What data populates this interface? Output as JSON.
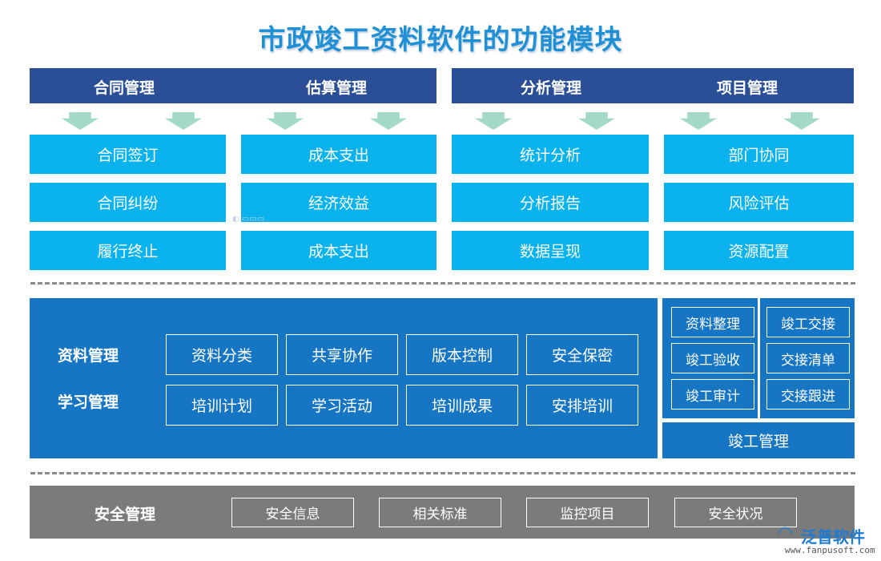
{
  "title": "市政竣工资料软件的功能模块",
  "headers": {
    "contract": "合同管理",
    "estimate": "估算管理",
    "analysis": "分析管理",
    "project": "项目管理"
  },
  "columns": {
    "contract": [
      "合同签订",
      "合同纠纷",
      "履行终止"
    ],
    "estimate": [
      "成本支出",
      "经济效益",
      "成本支出"
    ],
    "analysis": [
      "统计分析",
      "分析报告",
      "数据呈现"
    ],
    "project": [
      "部门协同",
      "风险评估",
      "资源配置"
    ]
  },
  "middle": {
    "label_1": "资料管理",
    "label_2": "学习管理",
    "row_1": [
      "资料分类",
      "共享协作",
      "版本控制",
      "安全保密"
    ],
    "row_2": [
      "培训计划",
      "学习活动",
      "培训成果",
      "安排培训"
    ]
  },
  "completion": {
    "left": [
      "资料整理",
      "竣工验收",
      "竣工审计"
    ],
    "right": [
      "竣工交接",
      "交接清单",
      "交接跟进"
    ],
    "label": "竣工管理"
  },
  "security": {
    "label": "安全管理",
    "items": [
      "安全信息",
      "相关标准",
      "监控项目",
      "安全状况"
    ]
  },
  "logo": {
    "brand": "泛普软件",
    "url": "www.fanpusoft.com"
  },
  "colors": {
    "title": "#1f8fd6",
    "header_bg": "#2a4f97",
    "cell_bg": "#0bb3ee",
    "panel_bg": "#1776c4",
    "bottom_bg": "#7b7b7b",
    "arrow": "#a3d9c8"
  }
}
